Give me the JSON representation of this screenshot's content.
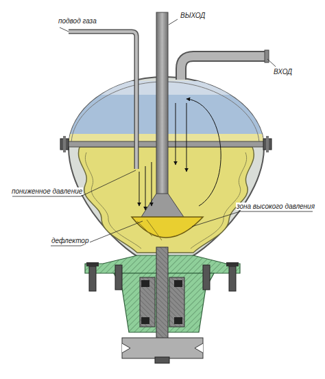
{
  "diagram": {
    "labels": [
      "подвод газа",
      "ВЫХОД",
      "ВХОД",
      "пониженное давление",
      "зона высокого давления",
      "дефлектор"
    ]
  }
}
